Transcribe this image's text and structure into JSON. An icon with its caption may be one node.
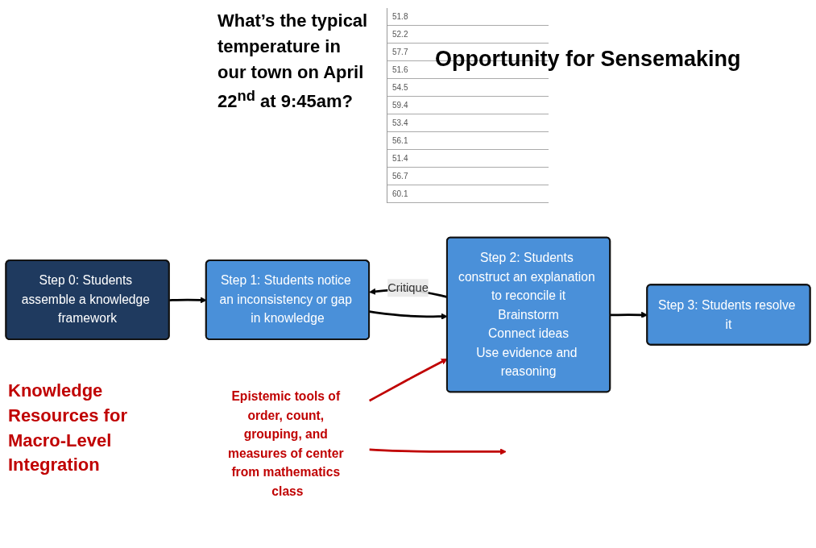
{
  "diagram": {
    "nodes": [
      {
        "text": [
          "Step 0: Students assemble a knowledge framework"
        ]
      },
      {
        "text": [
          "Step 1: Students notice an inconsistency or gap in knowledge"
        ]
      },
      {
        "text": [
          "Step 2: Students construct an explanation to reconcile it",
          "Brainstorm",
          "Connect ideas",
          "Use evidence and reasoning"
        ]
      },
      {
        "text": [
          "Step 3: Students resolve it"
        ]
      },
      {
        "text": [
          "Epistemic tools of order, count, grouping, and measures of center from mathematics class"
        ]
      }
    ],
    "edges": [
      {
        "from": 0,
        "to": 1,
        "arrow": "to"
      },
      {
        "from": 1,
        "to": 2,
        "arrow": "to"
      },
      {
        "from": 2,
        "to": 3,
        "arrow": "to"
      },
      {
        "from": 2,
        "to": 1,
        "arrow": "to",
        "label": "Critique"
      },
      {
        "from": 4,
        "to": null,
        "arrow": "to",
        "color": "#c00000"
      },
      {
        "from": 4,
        "to": 2,
        "arrow": "to",
        "color": "#c00000"
      }
    ],
    "labels": [
      "What’s the typical temperature in our town on April 22$^{nd}$ at 9:45am?",
      "51.8",
      "52.2",
      "57.7",
      "51.6",
      "54.5",
      "59.4",
      "53.4",
      "56.1",
      "51.4",
      "56.7",
      "60.1",
      "Opportunity for Sensemaking",
      "Knowledge Resources for Macro-Level Integration"
    ]
  }
}
